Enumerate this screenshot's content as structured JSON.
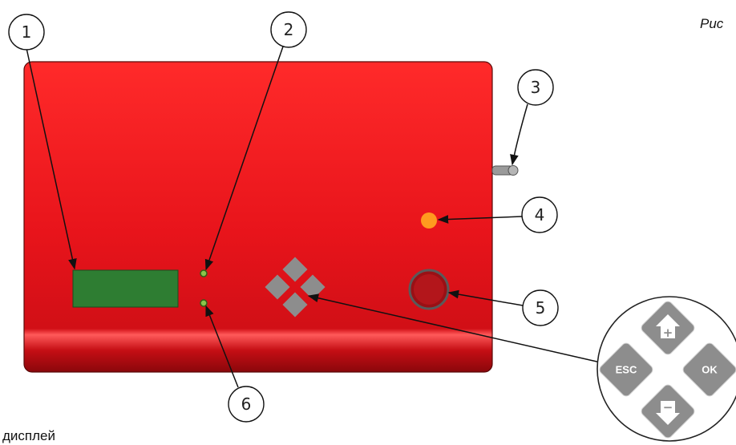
{
  "figure": {
    "caption": "Рис",
    "footer_text": "дисплей"
  },
  "callouts": [
    "1",
    "2",
    "3",
    "4",
    "5",
    "6"
  ],
  "keypad": {
    "left_label": "ESC",
    "right_label": "OK",
    "up_symbol": "+",
    "down_symbol": "−"
  },
  "colors": {
    "body": "#e0131a",
    "display": "#2e7d32",
    "indicator_led": "#8bc34a",
    "status_led": "#ff9a1f",
    "stop_button": "#b3161b",
    "keys": "#8d8d8d"
  }
}
